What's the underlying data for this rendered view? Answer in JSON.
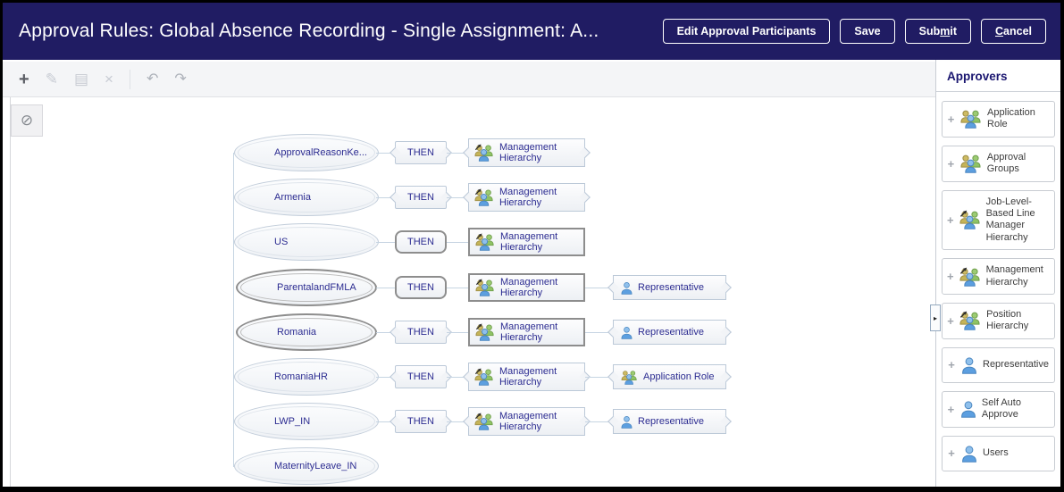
{
  "colors": {
    "header_bg": "#201c63",
    "header_text": "#ffffff",
    "node_text": "#2c2c91",
    "node_border": "#bcc9d8",
    "selected_border": "#8d8d8d",
    "connector": "#c6d4e2",
    "sidebar_title": "#1a1670",
    "person_blue": "#5c9fe0",
    "person_tan": "#c5b458",
    "person_green": "#8fc364"
  },
  "header": {
    "title": "Approval Rules: Global Absence Recording - Single Assignment: A...",
    "buttons": {
      "edit": "Edit Approval Participants",
      "save": "Save",
      "submit": {
        "pre": "Sub",
        "u": "m",
        "post": "it"
      },
      "cancel": {
        "pre": "",
        "u": "C",
        "post": "ancel"
      }
    }
  },
  "toolbar": {
    "icons": [
      "add",
      "edit",
      "copy",
      "delete",
      "undo",
      "redo"
    ],
    "glyphs": {
      "add": "+",
      "edit": "✎",
      "copy": "▤",
      "delete": "×",
      "undo": "↶",
      "redo": "↷"
    }
  },
  "canvas": {
    "blocked_icon_glyph": "⊘",
    "collapse_glyph": "▸"
  },
  "rows": [
    {
      "condition": {
        "label": "ApprovalReasonKe...",
        "selected": false
      },
      "then": {
        "label": "THEN",
        "selected": false
      },
      "action": {
        "label": "Management Hierarchy",
        "icon": "hierarchy-group",
        "selected": false
      },
      "approver2": null
    },
    {
      "condition": {
        "label": "Armenia",
        "selected": false
      },
      "then": {
        "label": "THEN",
        "selected": false
      },
      "action": {
        "label": "Management Hierarchy",
        "icon": "hierarchy-group",
        "selected": false
      },
      "approver2": null
    },
    {
      "condition": {
        "label": "US",
        "selected": false
      },
      "then": {
        "label": "THEN",
        "selected": true
      },
      "action": {
        "label": "Management Hierarchy",
        "icon": "hierarchy-group",
        "selected": true
      },
      "approver2": null
    },
    {
      "condition": {
        "label": "ParentalandFMLA",
        "selected": true
      },
      "then": {
        "label": "THEN",
        "selected": true
      },
      "action": {
        "label": "Management Hierarchy",
        "icon": "hierarchy-group",
        "selected": true
      },
      "approver2": {
        "label": "Representative",
        "icon": "person",
        "selected": false
      }
    },
    {
      "condition": {
        "label": "Romania",
        "selected": true
      },
      "then": {
        "label": "THEN",
        "selected": false
      },
      "action": {
        "label": "Management Hierarchy",
        "icon": "hierarchy-group",
        "selected": true
      },
      "approver2": {
        "label": "Representative",
        "icon": "person",
        "selected": false
      }
    },
    {
      "condition": {
        "label": "RomaniaHR",
        "selected": false
      },
      "then": {
        "label": "THEN",
        "selected": false
      },
      "action": {
        "label": "Management Hierarchy",
        "icon": "hierarchy-group",
        "selected": false
      },
      "approver2": {
        "label": "Application Role",
        "icon": "group",
        "selected": false
      }
    },
    {
      "condition": {
        "label": "LWP_IN",
        "selected": false
      },
      "then": {
        "label": "THEN",
        "selected": false
      },
      "action": {
        "label": "Management Hierarchy",
        "icon": "hierarchy-group",
        "selected": false
      },
      "approver2": {
        "label": "Representative",
        "icon": "person",
        "selected": false
      }
    },
    {
      "condition": {
        "label": "MaternityLeave_IN",
        "selected": false
      },
      "then": null,
      "action": null,
      "approver2": null
    }
  ],
  "sidebar": {
    "title": "Approvers",
    "items": [
      {
        "label": "Application Role",
        "icon": "group"
      },
      {
        "label": "Approval Groups",
        "icon": "group"
      },
      {
        "label": "Job-Level-Based Line Manager Hierarchy",
        "icon": "hierarchy-group"
      },
      {
        "label": "Management Hierarchy",
        "icon": "hierarchy-group"
      },
      {
        "label": "Position Hierarchy",
        "icon": "hierarchy-group"
      },
      {
        "label": "Representative",
        "icon": "person"
      },
      {
        "label": "Self Auto Approve",
        "icon": "person"
      },
      {
        "label": "Users",
        "icon": "person"
      }
    ]
  }
}
